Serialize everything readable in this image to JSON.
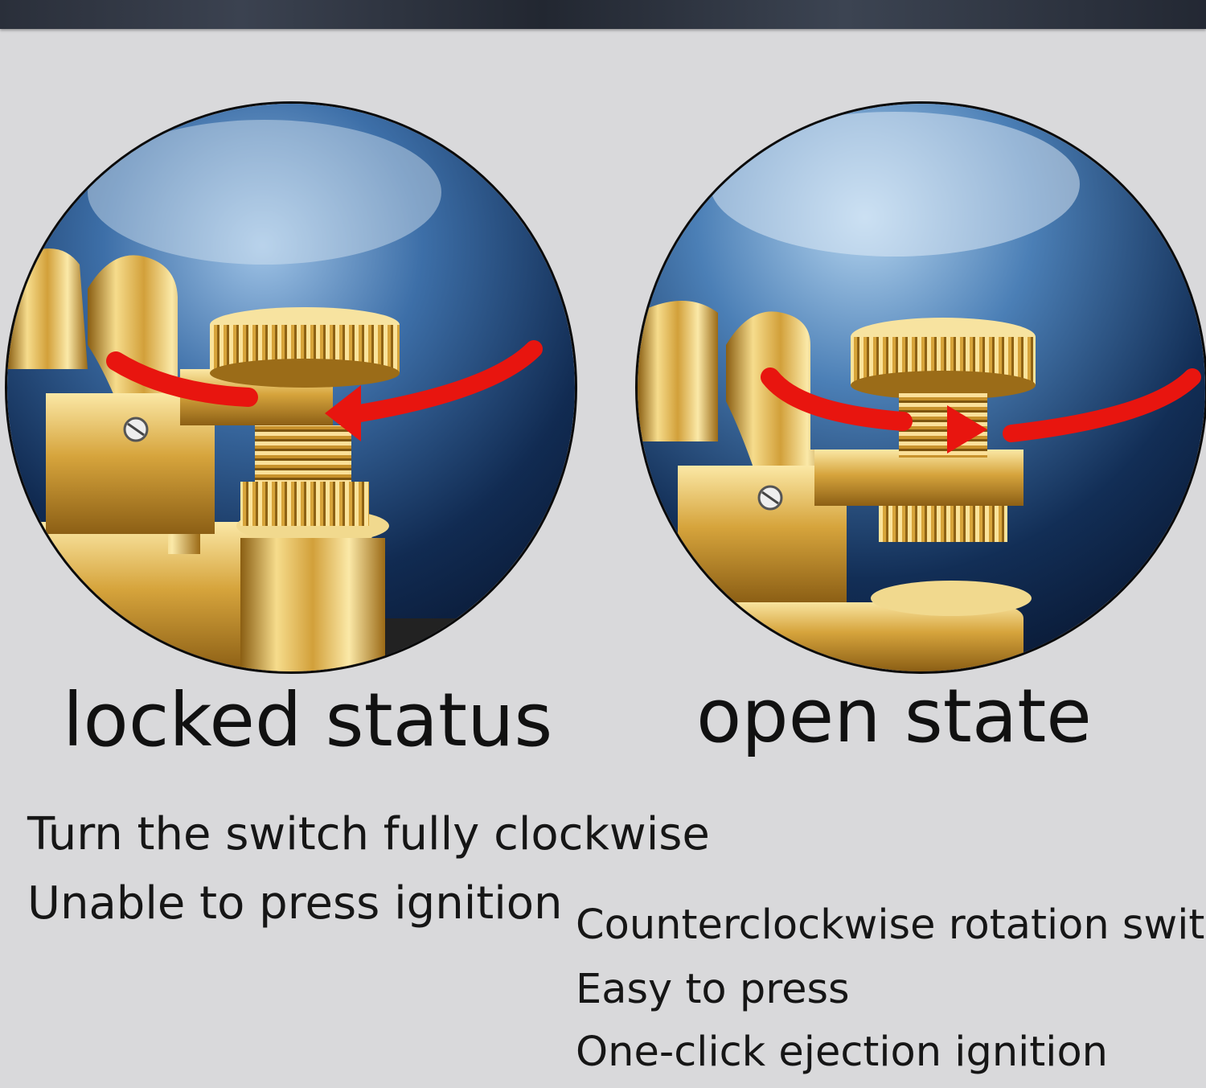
{
  "states": {
    "locked": {
      "title": "locked status",
      "lines": [
        "Turn the switch fully clockwise",
        "Unable to press ignition"
      ]
    },
    "open": {
      "title": "open state",
      "lines": [
        "Counterclockwise rotation switch",
        "Easy to press",
        "One-click ejection ignition"
      ]
    }
  },
  "colors": {
    "background": "#d9d9db",
    "arrow": "#e8150f",
    "gold": "#d8a93a",
    "backdrop_blue": "#17365f"
  }
}
